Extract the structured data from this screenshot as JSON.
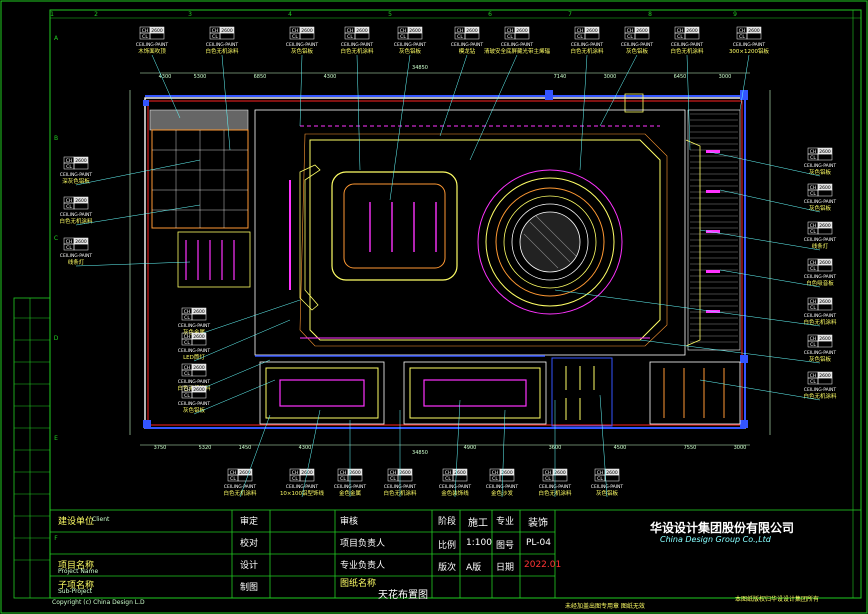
{
  "colors": {
    "background": "#000000",
    "frame": "#22cc22",
    "wall": "#ffffff",
    "ceiling": "#ffff66",
    "accent_magenta": "#ff33ff",
    "accent_red": "#ff2222",
    "accent_blue": "#3355ff",
    "dim_text": "#ccffcc",
    "leader": "#66ffff",
    "orange": "#ff9933"
  },
  "grid_numbers_top": [
    "1",
    "2",
    "3",
    "4",
    "5",
    "6",
    "7",
    "8",
    "9"
  ],
  "grid_letters_left": [
    "A",
    "B",
    "C",
    "D",
    "E",
    "F"
  ],
  "tags": {
    "code": "CH",
    "value": "2600",
    "left_code": "CL",
    "ceiling_label": "CEILING·PAINT"
  },
  "top_labels": [
    "木饰面吹顶",
    "白色无机涂料",
    "灰色铝板",
    "白色无机涂料",
    "灰色铝板",
    "模龙钻",
    "清玻安全底屏藏光带主烯辐",
    "白色无机涂料",
    "灰色铝板",
    "白色无机涂料",
    "300×1200铝板"
  ],
  "left_labels": [
    "深灰色铝板",
    "白色无机涂料",
    "线条灯"
  ],
  "mid_left_labels": [
    "灰色金属",
    "LED筒灯",
    "白色无机涂料",
    "灰色铝板"
  ],
  "right_labels": [
    "灰色铝板",
    "灰色铝板",
    "线条灯",
    "白色吸音板",
    "白色无机涂料",
    "灰色铝板",
    "白色无机涂料"
  ],
  "bottom_labels": [
    "白色无机涂料",
    "10×100铝型饰线",
    "金色金属",
    "白色无机涂料",
    "金色装饰线",
    "金色沙发",
    "白色无机涂料",
    "灰色铝板"
  ],
  "top_dims": [
    "4300",
    "5300",
    "6850",
    "4300",
    "34850",
    "7140",
    "3000",
    "6450",
    "3000"
  ],
  "bottom_dims": [
    "3750",
    "5320",
    "1450",
    "4300",
    "34850",
    "4900",
    "3600",
    "4500",
    "7550",
    "3000"
  ],
  "title_block": {
    "client_label": "建设单位",
    "client_en": "Client",
    "project_label": "项目名称",
    "project_en": "Project Name",
    "sub_label": "子项名称",
    "sub_en": "Sub-Project",
    "copyright": "Copyright (c) China Design L.D",
    "approved": "审定",
    "reviewed": "审核",
    "checked": "校对",
    "designed": "设计",
    "drawn": "制图",
    "project_lead": "项目负责人",
    "discipline_lead": "专业负责人",
    "drawing_title_label": "图纸名称",
    "drawing_title": "天花布置图",
    "stage_label": "阶段",
    "stage": "施工",
    "discipline_label": "专业",
    "discipline": "装饰",
    "scale_label": "比例",
    "scale": "1:100",
    "number_label": "图号",
    "number": "PL-04",
    "version_label": "版次",
    "version": "A版",
    "date_label": "日期",
    "date": "2022.01",
    "company_cn": "华设设计集团股份有限公司",
    "company_en": "China Design Group Co.,Ltd",
    "bottom_note": "未经加盖出图专用章 图纸无效",
    "bottom_note_right": "本图纸版权归华设设计集团所有"
  }
}
